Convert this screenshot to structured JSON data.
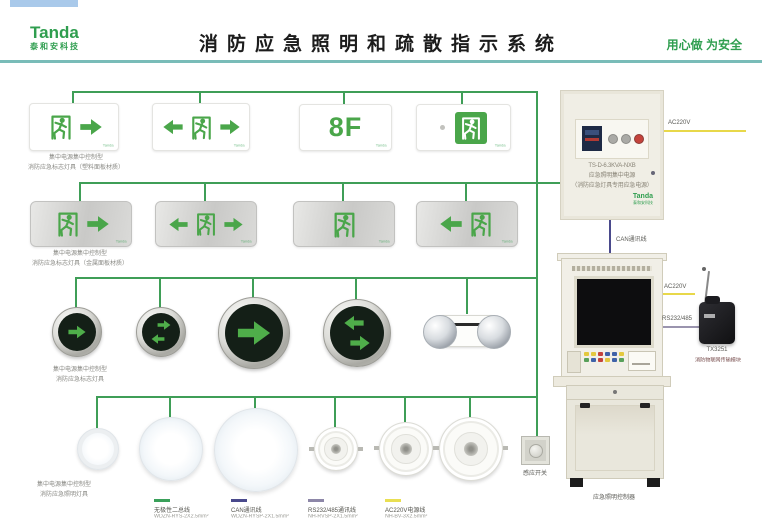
{
  "header": {
    "logo": "Tanda",
    "logo_sub": "泰和安科技",
    "title": "消防应急照明和疏散指示系统",
    "slogan": "用心做 为安全"
  },
  "rows": [
    {
      "caption1": "集中电源集中控制型",
      "caption2": "消防应急标志灯具（塑料面板材质）"
    },
    {
      "caption1": "集中电源集中控制型",
      "caption2": "消防应急标志灯具（金属面板材质）"
    },
    {
      "caption1": "集中电源集中控制型",
      "caption2": "消防应急标志灯具"
    },
    {
      "caption1": "集中电源集中控制型",
      "caption2": "消防应急照明灯具"
    }
  ],
  "floor_sign_text": "8F",
  "sign_brand": "Tanda",
  "power_cabinet": {
    "model": "TS-D-6.3KVA-NXB",
    "name": "应急照明集中电源",
    "note": "（消防应急灯具专用应急电源）",
    "brand": "Tanda",
    "brand_sub": "泰和安科技",
    "ac_label": "AC220V"
  },
  "can_wire_label": "CAN通讯线",
  "console": {
    "ac_label": "AC220V",
    "rs_label": "RS232/485"
  },
  "iot_module": {
    "model": "TX3251",
    "name": "消防物联网传输模块"
  },
  "controller_caption": "应急照明控制器",
  "sensor_caption": "感应开关",
  "legend": [
    {
      "label": "无极性二总线",
      "spec": "WDZN-RYS-2X2.5mm²",
      "color": "#3aa05a"
    },
    {
      "label": "CAN通讯线",
      "spec": "WDZN-RYSP-2X1.5mm²",
      "color": "#4a4a8c"
    },
    {
      "label": "RS232/485通讯线",
      "spec": "NH-RVSP-2X1.5mm²",
      "color": "#8d87a8"
    },
    {
      "label": "AC220V电源线",
      "spec": "NH-BV-3X2.5mm²",
      "color": "#e9df52"
    }
  ],
  "colors": {
    "bus_green": "#3f9e57",
    "can_blue": "#4a4a8c",
    "rs_gray": "#9a94ae",
    "ac_yellow": "#e8d84a",
    "brand_green": "#2f9e4f",
    "sign_green": "#4aa64a",
    "header_rule": "#79bcb8"
  }
}
